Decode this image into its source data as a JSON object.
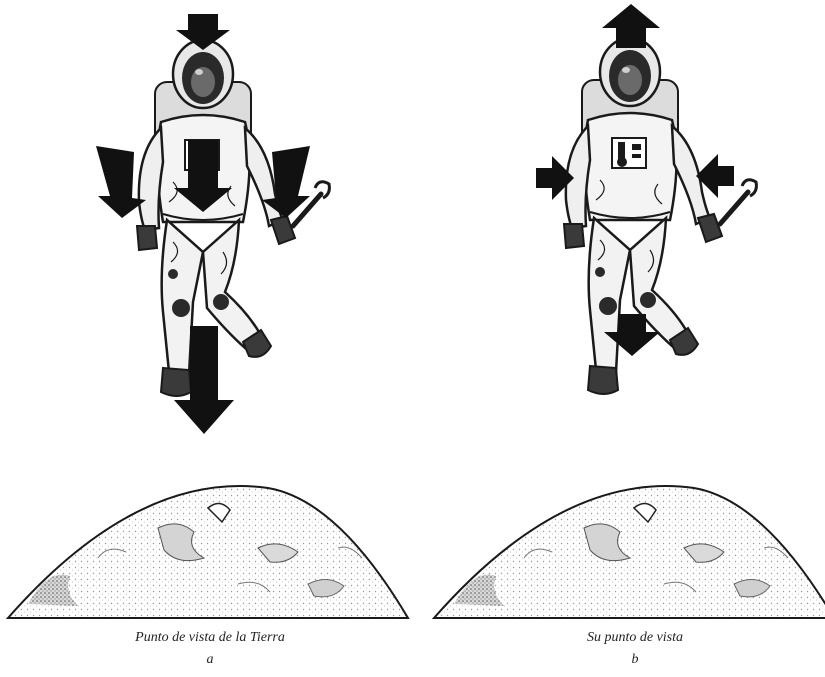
{
  "panel_a": {
    "caption": "Punto de vista de la Tierra",
    "letter": "a",
    "forces": [
      "down-arrow-head",
      "down-arrow-left",
      "down-arrow-right",
      "down-arrow-torso",
      "down-arrow-large"
    ]
  },
  "panel_b": {
    "caption": "Su punto de vista",
    "letter": "b",
    "forces": [
      "up-arrow-head",
      "right-arrow-left",
      "left-arrow-right",
      "down-arrow-feet"
    ]
  },
  "colors": {
    "ink": "#1a1a1a",
    "arrow": "#111111",
    "suit": "#f2f2f2",
    "earth_shade": "#bdbdbd"
  }
}
